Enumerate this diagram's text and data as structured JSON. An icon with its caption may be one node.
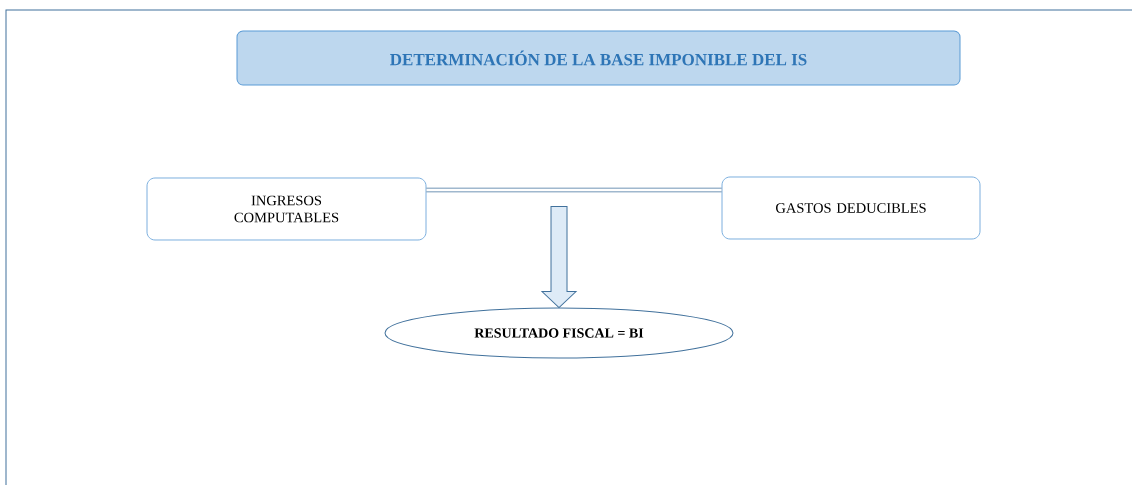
{
  "diagram": {
    "nodes": [
      {
        "text": [
          "DETERMINACIÓN DE LA BASE IMPONIBLE DEL IS"
        ]
      },
      {
        "text": [
          "INGRESOS COMPUTABLES"
        ]
      },
      {
        "text": [
          "GASTOS DEDUCIBLES"
        ]
      },
      {
        "text": [
          "RESULTADO FISCAL = BI"
        ]
      }
    ],
    "edges": [
      {
        "from": 1,
        "to": 2,
        "arrow": "none"
      },
      {
        "from": null,
        "to": 3,
        "arrow": "to"
      }
    ]
  }
}
